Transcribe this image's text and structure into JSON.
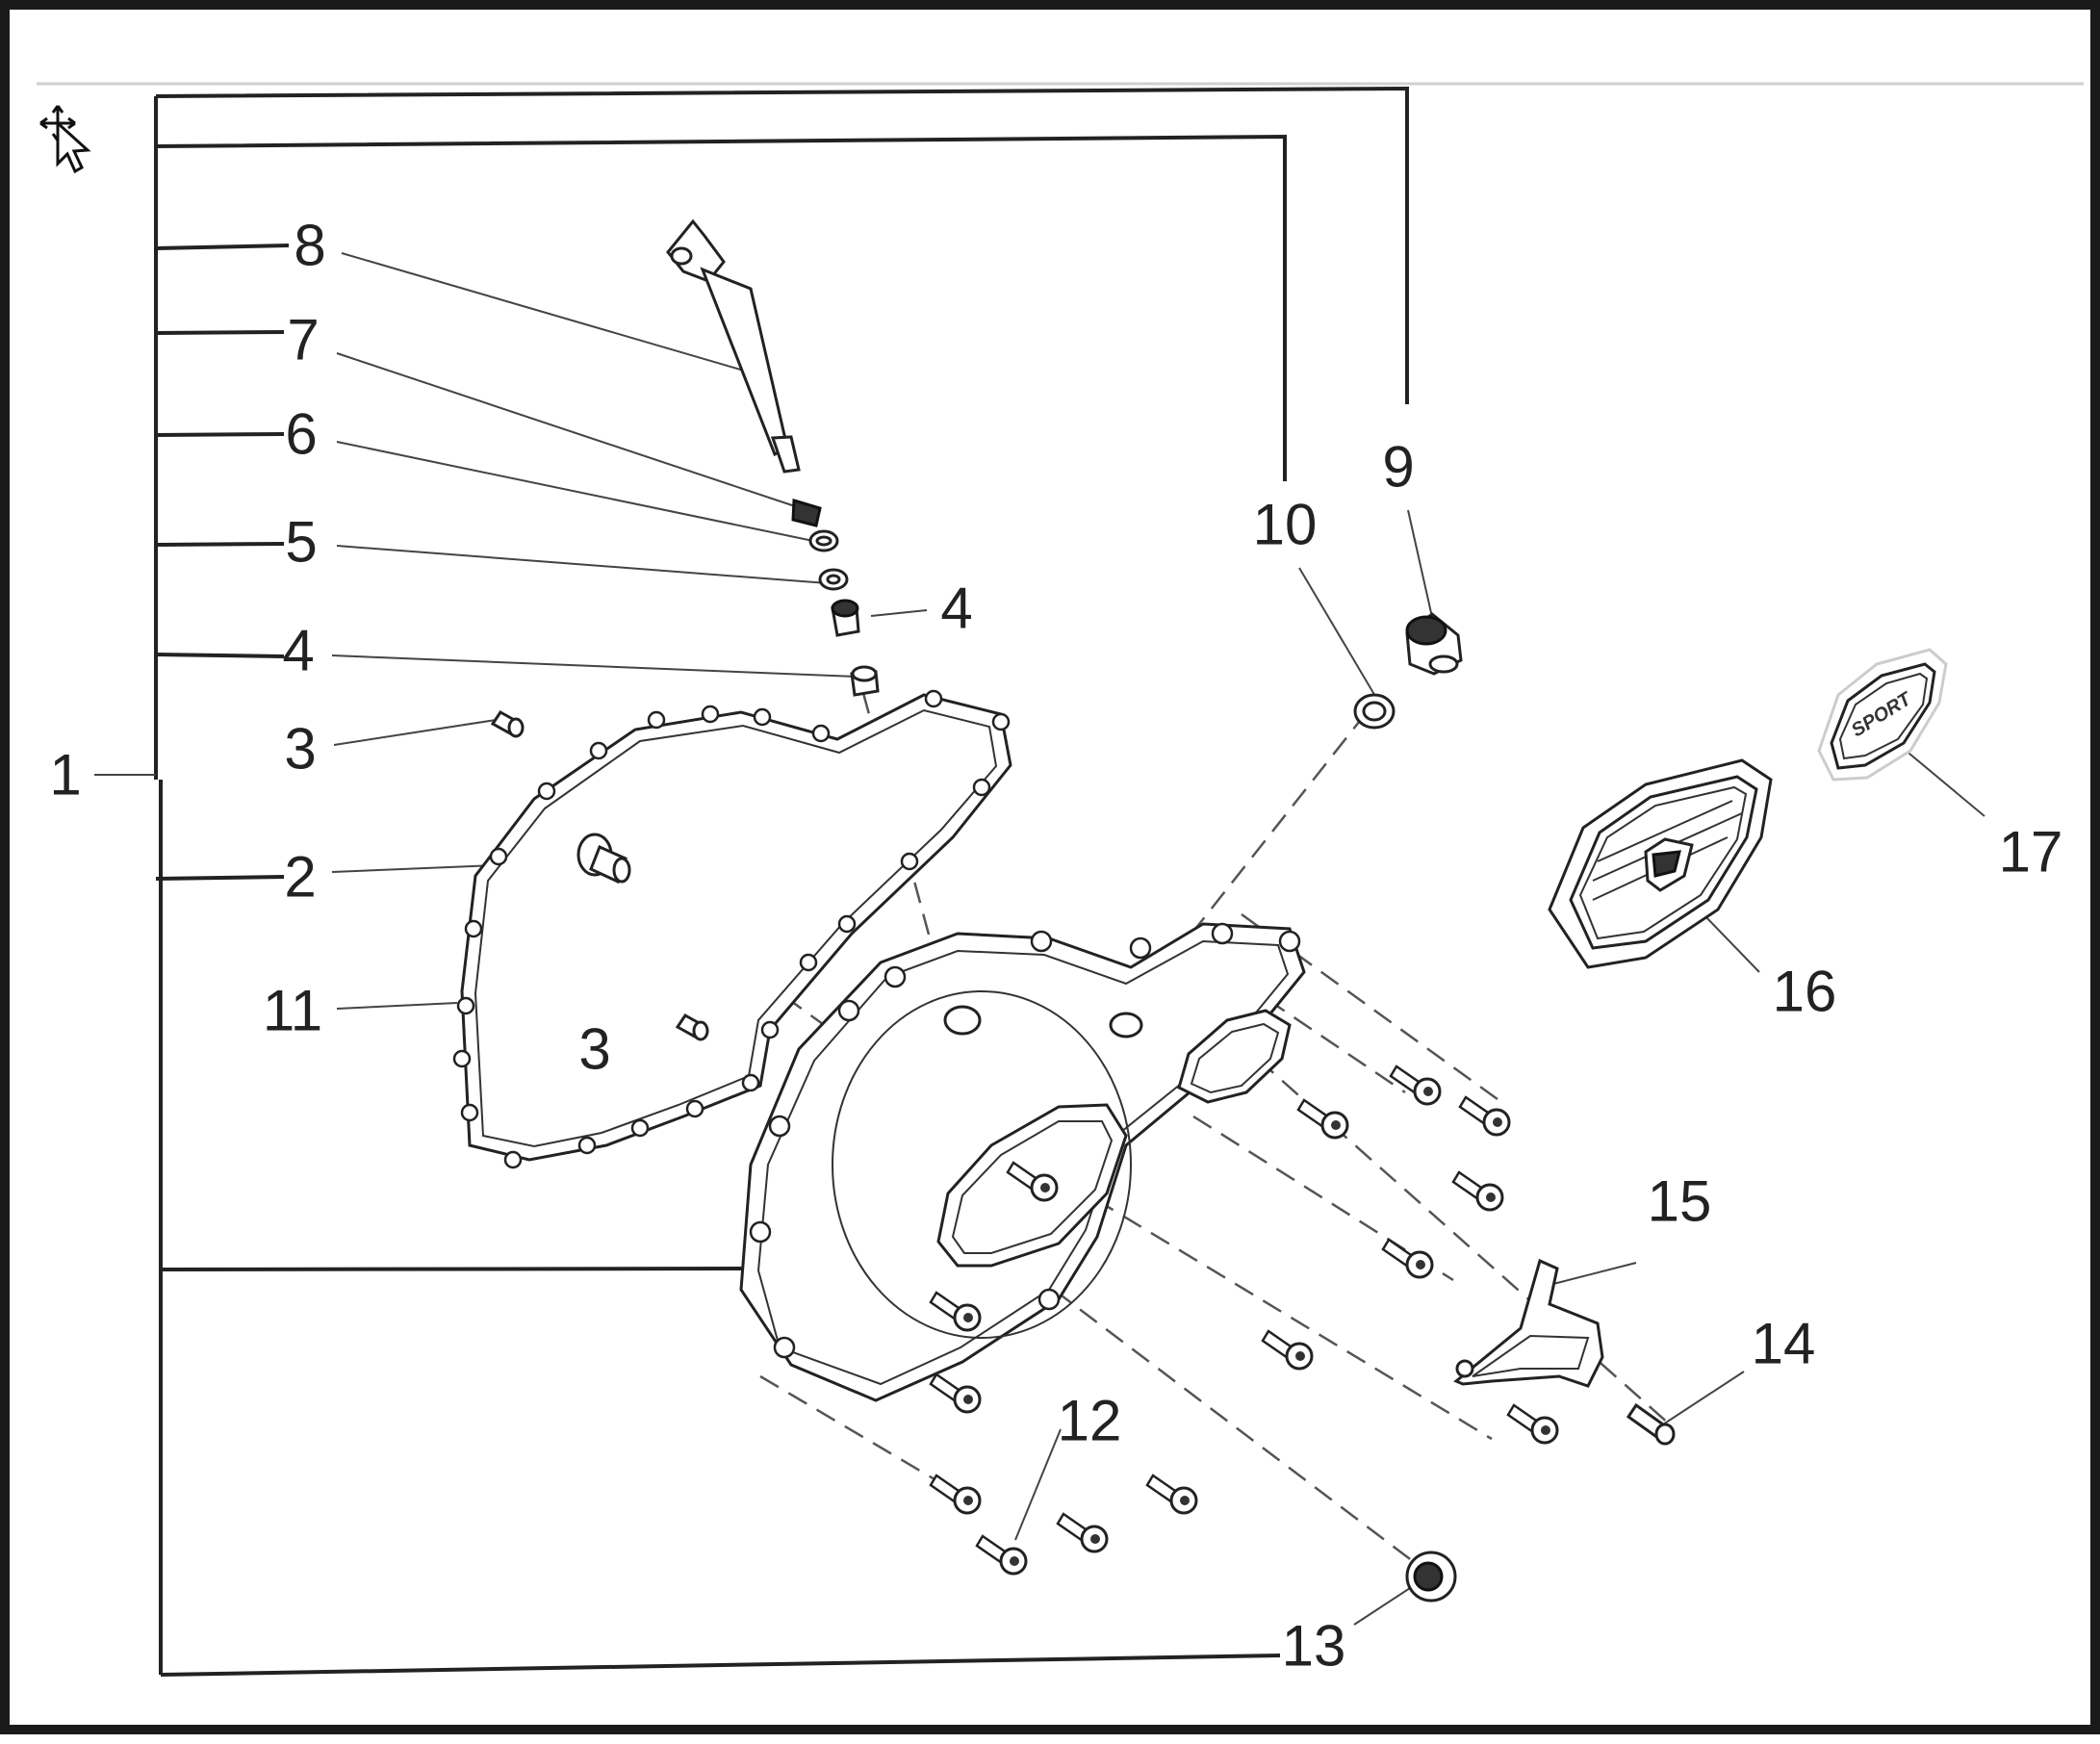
{
  "toolbar": {
    "cursor_icon": "move-pointer-icon"
  },
  "callouts": {
    "c1": "1",
    "c2": "2",
    "c3a": "3",
    "c3b": "3",
    "c4a": "4",
    "c4b": "4",
    "c5": "5",
    "c6": "6",
    "c7": "7",
    "c8": "8",
    "c9": "9",
    "c10": "10",
    "c11": "11",
    "c12": "12",
    "c13": "13",
    "c14": "14",
    "c15": "15",
    "c16": "16",
    "c17": "17"
  },
  "badge17_text": "SPORT"
}
